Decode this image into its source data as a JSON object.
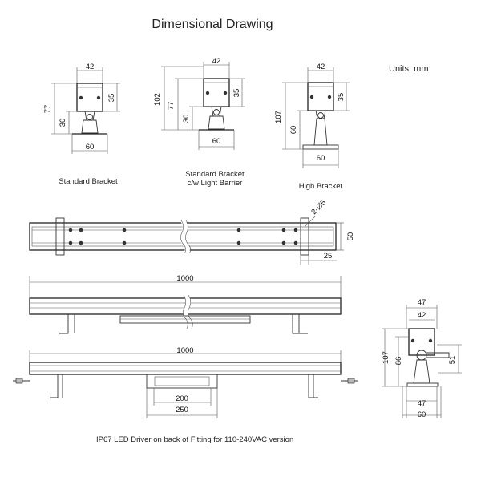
{
  "title": "Dimensional Drawing",
  "units": "Units: mm",
  "captions": {
    "standard": "Standard Bracket",
    "barrier_line1": "Standard Bracket",
    "barrier_line2": "c/w Light Barrier",
    "high": "High Bracket"
  },
  "dims": {
    "std_w_top": "42",
    "std_h_total": "77",
    "std_h_body": "35",
    "std_h_mid": "30",
    "std_w_base": "60",
    "bar_w_top": "42",
    "bar_h_total": "102",
    "bar_h_77": "77",
    "bar_h_body": "35",
    "bar_h_mid": "30",
    "bar_w_base": "60",
    "high_w_top": "42",
    "high_h_total": "107",
    "high_h_body": "35",
    "high_h_60": "60",
    "high_w_base": "60",
    "hole": "2-Ø5",
    "height_50": "50",
    "offset_25": "25",
    "len_side": "1000",
    "len_bottom": "1000",
    "driver_200": "200",
    "driver_250": "250",
    "end_w_top": "47",
    "end_w_inner": "42",
    "end_h_total": "107",
    "end_h_86": "86",
    "end_h_51": "51",
    "end_w_bottom_inner": "47",
    "end_w_bottom": "60"
  },
  "note": "IP67 LED Driver on back of Fitting for 110-240VAC version"
}
